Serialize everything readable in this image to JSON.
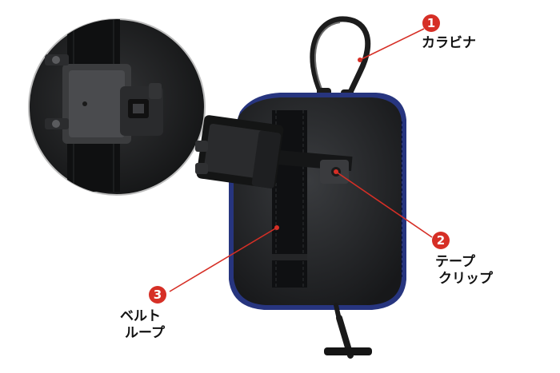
{
  "colors": {
    "accent": "#d62f26",
    "zipper": "#27357f",
    "case": "#222426",
    "background": "#ffffff"
  },
  "callouts": [
    {
      "number": "1",
      "lines": [
        "カラビナ"
      ]
    },
    {
      "number": "2",
      "lines": [
        "テープ",
        "クリップ"
      ]
    },
    {
      "number": "3",
      "lines": [
        "ベルト",
        "ループ"
      ]
    }
  ]
}
